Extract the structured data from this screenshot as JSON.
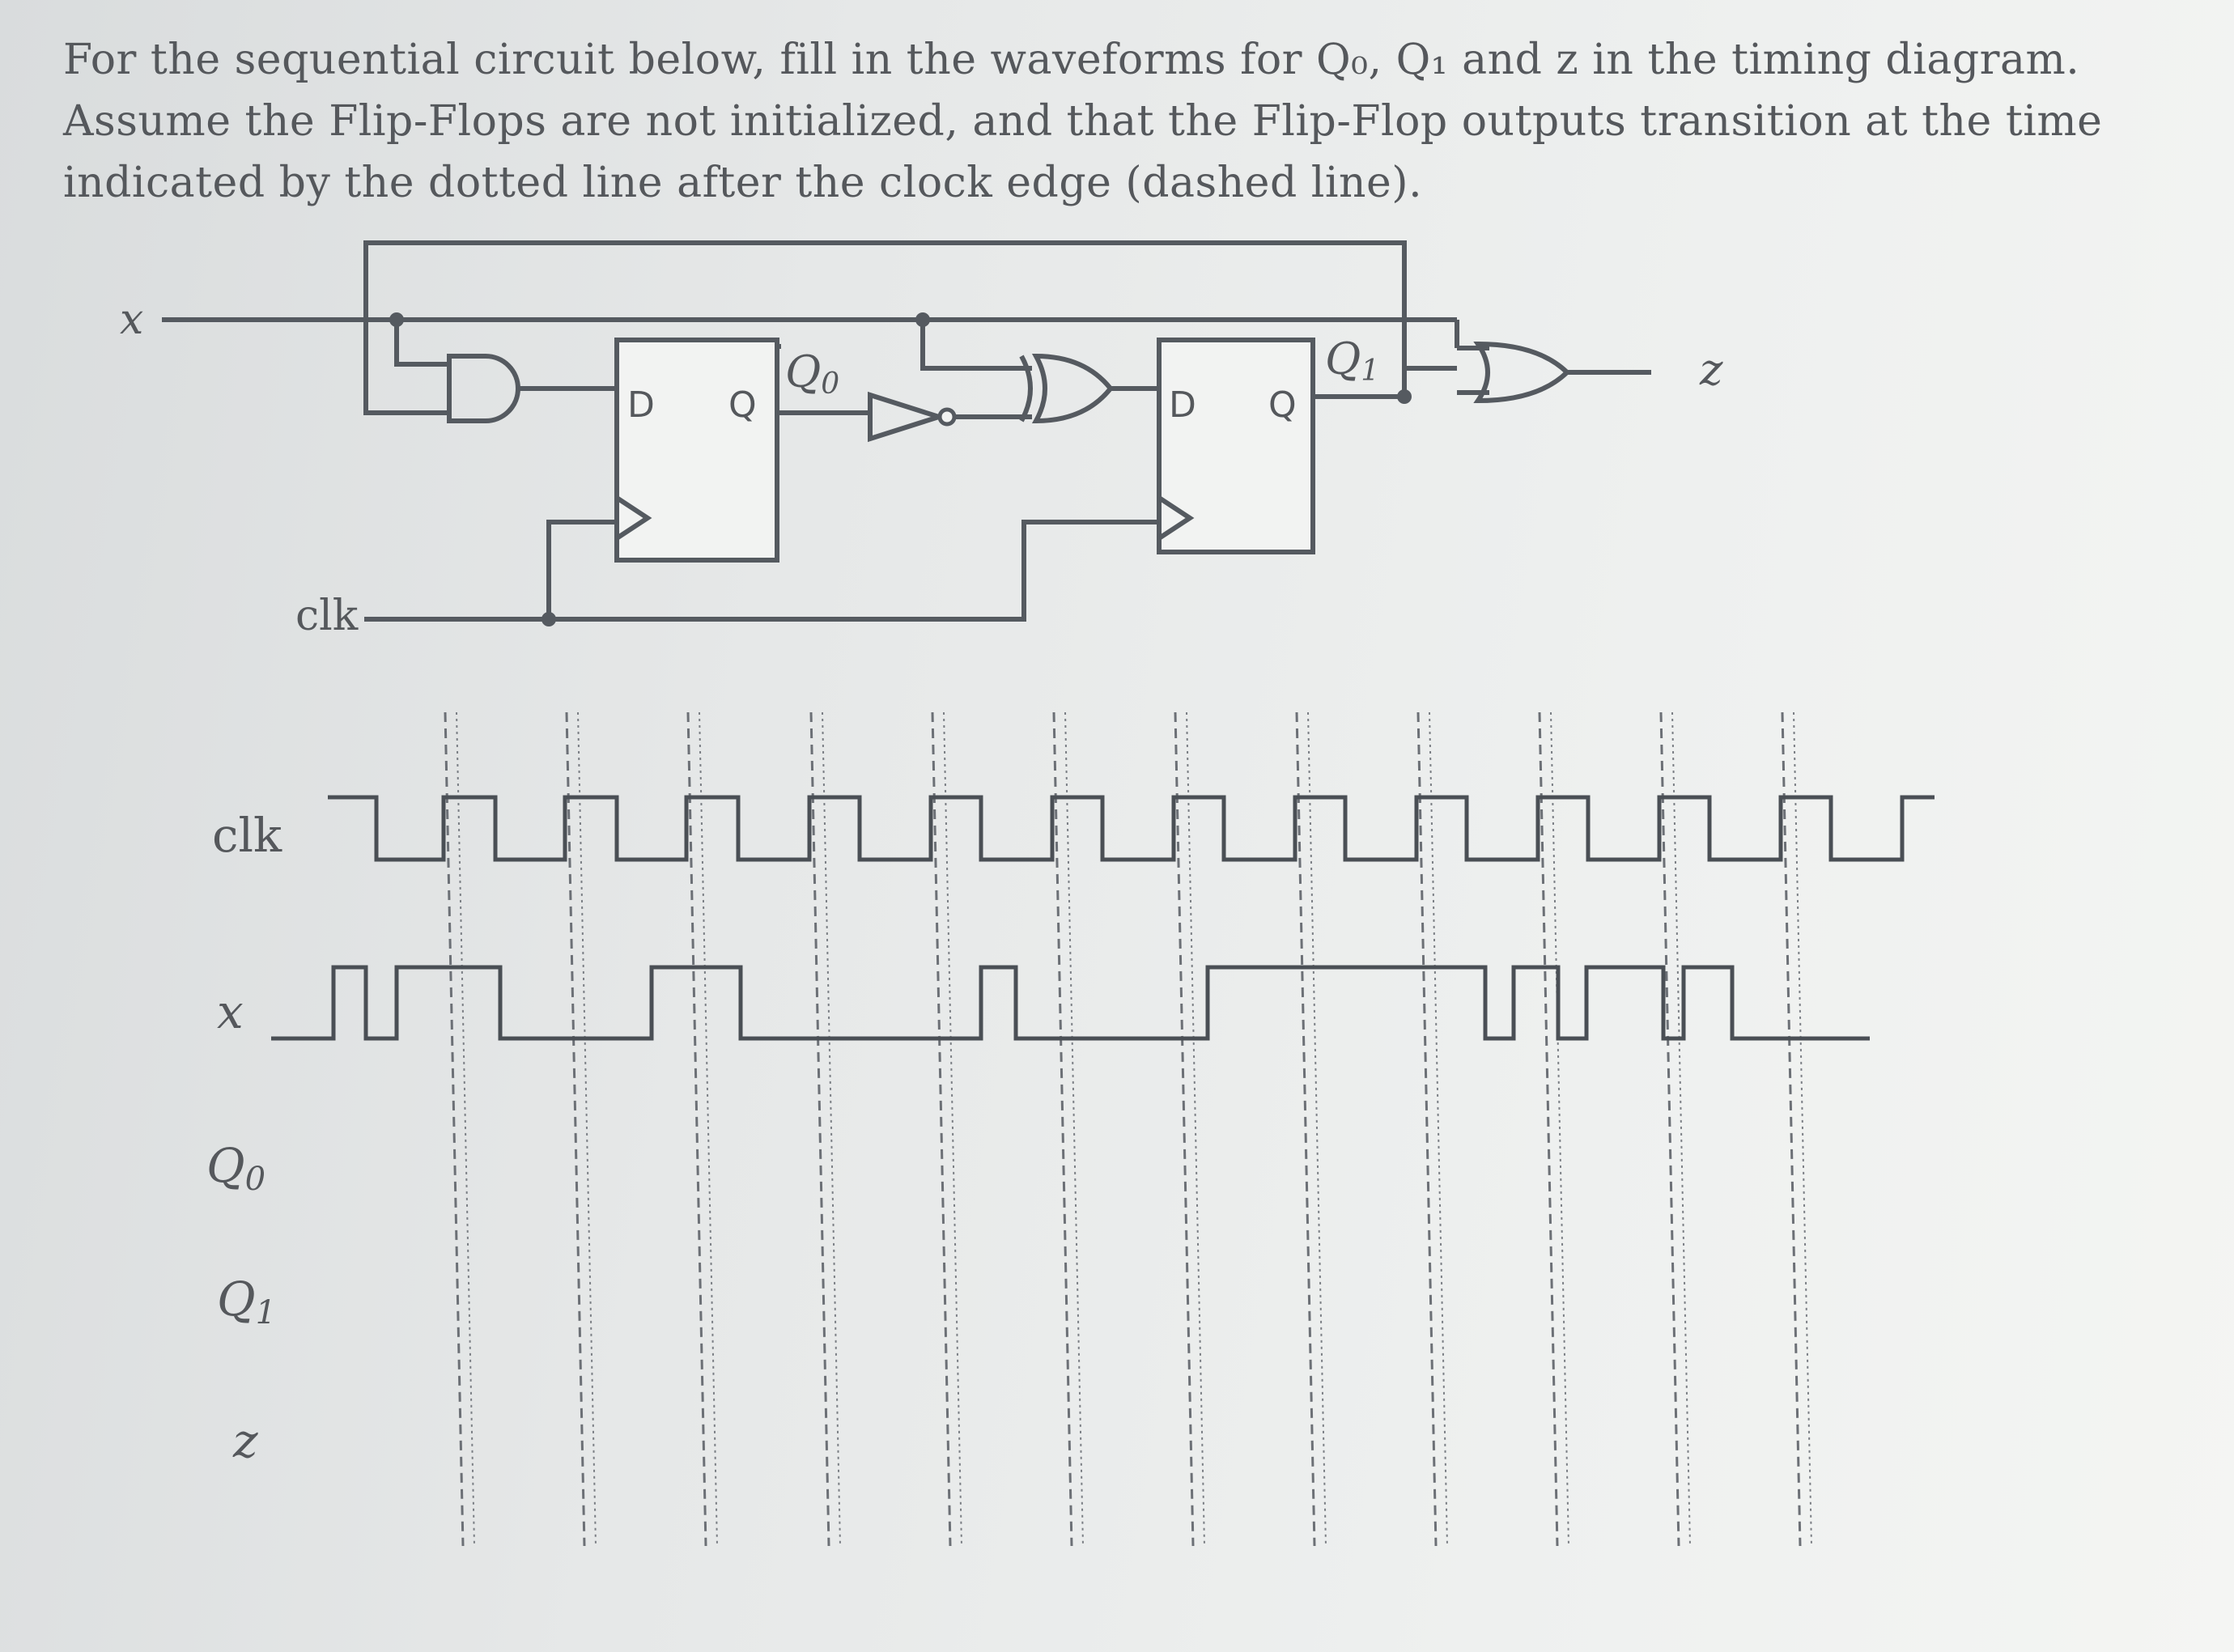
{
  "problem": {
    "line1": "For the sequential circuit below, fill in the waveforms for Q₀, Q₁ and z in the timing diagram.",
    "line2": "Assume the Flip-Flops are not initialized, and that the Flip-Flop outputs transition at the time",
    "line3": "indicated by the dotted line after the clock edge (dashed line)."
  },
  "circuit": {
    "input_x": "x",
    "clock": "clk",
    "output_z": "z",
    "ff0": {
      "d": "D",
      "q": "Q",
      "out": "Q0"
    },
    "ff1": {
      "d": "D",
      "q": "Q",
      "out": "Q1"
    }
  },
  "timing": {
    "signals": [
      "clk",
      "x",
      "Q0",
      "Q1",
      "z"
    ]
  }
}
